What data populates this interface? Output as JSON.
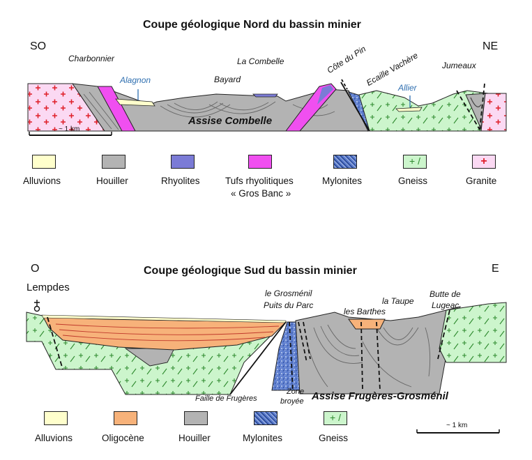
{
  "north": {
    "title": "Coupe géologique Nord du bassin minier",
    "orient_left": "SO",
    "orient_right": "NE",
    "places": {
      "charbonnier": "Charbonnier",
      "la_combelle": "La Combelle",
      "bayard": "Bayard",
      "cote_du_pin": "Côte du Pin",
      "ecaille_vachere": "Ecaille Vachère",
      "jumeaux": "Jumeaux"
    },
    "rivers": {
      "alagnon": "Alagnon",
      "allier": "Allier"
    },
    "assise": "Assise Combelle",
    "scale": "~ 1 km",
    "legend": [
      {
        "key": "alluvions",
        "label": "Alluvions",
        "color": "#ffffcc"
      },
      {
        "key": "houiller",
        "label": "Houiller",
        "color": "#b3b3b3"
      },
      {
        "key": "rhyolites",
        "label": "Rhyolites",
        "color": "#7b7bd6"
      },
      {
        "key": "tufs",
        "label": "Tufs rhyolitiques",
        "label2": "« Gros Banc »",
        "color": "#f04ff0"
      },
      {
        "key": "mylonites",
        "label": "Mylonites",
        "color": "#5f7fcf"
      },
      {
        "key": "gneiss",
        "label": "Gneiss",
        "color": "#ccf5cc",
        "symbol": "+ /"
      },
      {
        "key": "granite",
        "label": "Granite",
        "color": "#fbd9f3",
        "symbol": "+"
      }
    ]
  },
  "south": {
    "title": "Coupe géologique Sud du bassin minier",
    "orient_left": "O",
    "orient_right": "E",
    "places": {
      "lempdes": "Lempdes",
      "grosmenil": "le Grosménil",
      "puits_du_parc": "Puits du Parc",
      "les_barthes": "les Barthes",
      "la_taupe": "la Taupe",
      "butte_de": "Butte de",
      "lugeac": "Lugeac"
    },
    "faille": "Faille de Frugères",
    "zone": "Zone",
    "broyee": "broyée",
    "assise": "Assise  Frugères-Grosménil",
    "scale": "~ 1 km",
    "legend": [
      {
        "key": "alluvions",
        "label": "Alluvions",
        "color": "#ffffcc"
      },
      {
        "key": "oligocene",
        "label": "Oligocène",
        "color": "#f7b27a"
      },
      {
        "key": "houiller",
        "label": "Houiller",
        "color": "#b3b3b3"
      },
      {
        "key": "mylonites",
        "label": "Mylonites",
        "color": "#5f7fcf"
      },
      {
        "key": "gneiss",
        "label": "Gneiss",
        "color": "#ccf5cc",
        "symbol": "+ /"
      }
    ]
  }
}
